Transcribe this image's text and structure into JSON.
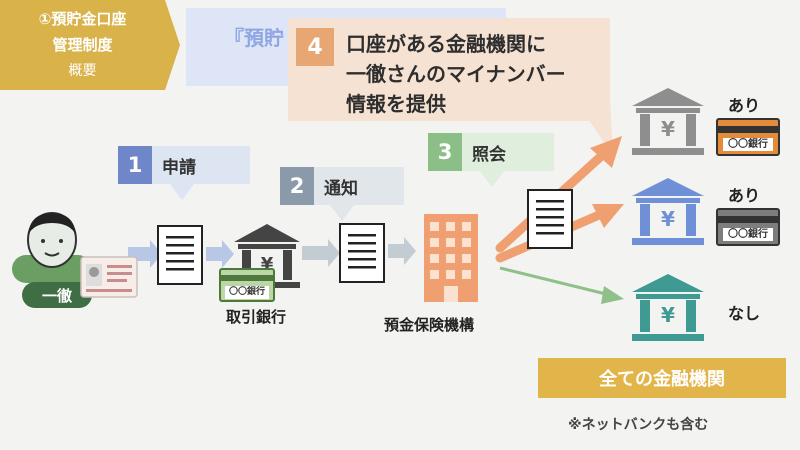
{
  "tag": {
    "line1": "①預貯金口座",
    "line2": "管理制度",
    "line3": "概要",
    "color": "#d9b24a"
  },
  "banner": {
    "text": "『預貯"
  },
  "callout": {
    "number": "4",
    "lines": [
      "口座がある金融機関に",
      "一徹さんのマイナンバー",
      "情報を提供"
    ]
  },
  "steps": [
    {
      "number": "1",
      "label": "申請",
      "color": "#6f87c8"
    },
    {
      "number": "2",
      "label": "通知",
      "color": "#8a9aaa"
    },
    {
      "number": "3",
      "label": "照会",
      "color": "#8cbf87"
    }
  ],
  "person": {
    "name": "一徹"
  },
  "bank_card_text": "〇〇銀行",
  "nodes": {
    "transaction_bank": "取引銀行",
    "deposit_insurance": "預金保険機構"
  },
  "banks": [
    {
      "status": "あり",
      "card_text": "〇〇銀行",
      "color": "#e38a3b"
    },
    {
      "status": "あり",
      "card_text": "〇〇銀行",
      "color": "#7d7d7d"
    },
    {
      "status": "なし"
    }
  ],
  "all_banks_label": "全ての金融機関",
  "note": "※ネットバンクも含む",
  "icons": [
    "document-icon",
    "bank-icon",
    "building-icon",
    "person-icon",
    "id-card-icon",
    "arrow-icon",
    "yen-icon"
  ]
}
